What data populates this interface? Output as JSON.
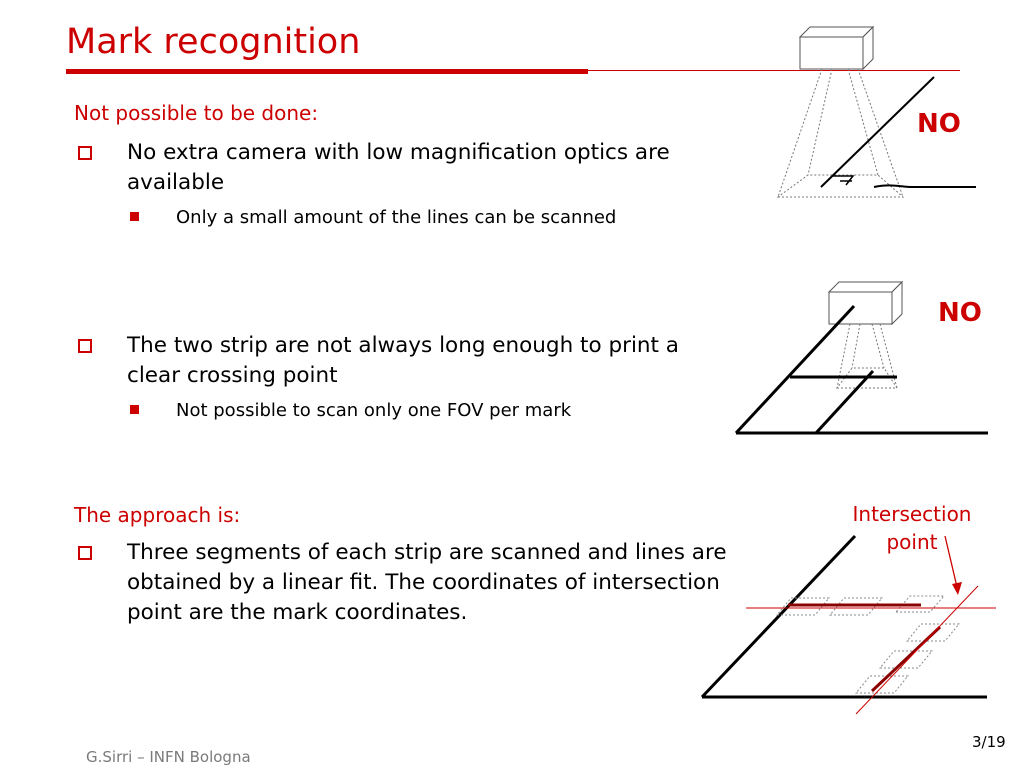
{
  "title": "Mark recognition",
  "section1": {
    "heading": "Not possible to be done:",
    "bullets": [
      {
        "text": "No extra camera with low magnification optics are available",
        "sub": "Only a small amount of the lines can be scanned"
      },
      {
        "text": "The two strip are not always long enough to print a clear crossing point",
        "sub": "Not possible to scan only one FOV per mark"
      }
    ]
  },
  "section2": {
    "heading": "The approach is:",
    "bullets": [
      {
        "text": "Three segments of each strip are scanned and lines are obtained by a linear fit. The coordinates of intersection point are the mark coordinates."
      }
    ]
  },
  "figures": {
    "fig1_label": "NO",
    "fig2_label": "NO",
    "fig3_callout": "Intersection point"
  },
  "footer": {
    "author": "G.Sirri – INFN Bologna",
    "page": "3/19"
  },
  "colors": {
    "accent": "#cc0000",
    "footer_text": "#7a7a7a"
  },
  "icons": {
    "bullet_level1": "hollow-square-icon",
    "bullet_level2": "filled-square-icon"
  }
}
